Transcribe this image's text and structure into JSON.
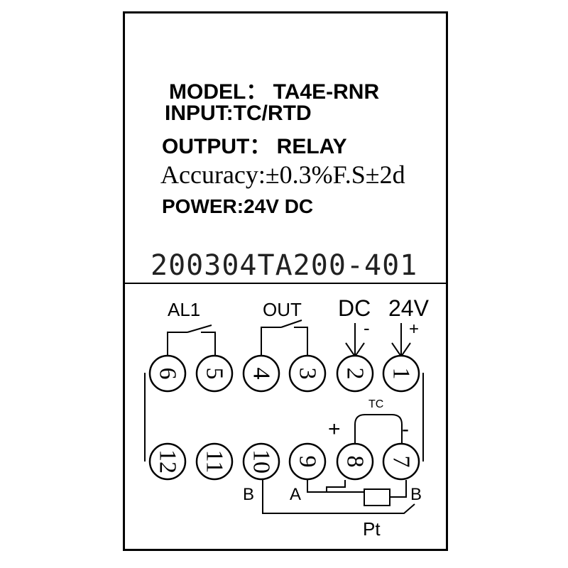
{
  "label": {
    "model_key": "MODEL：",
    "model_value": "TA4E-RNR",
    "input_key": "INPUT:",
    "input_value": "TC/RTD",
    "output_key": "OUTPUT：",
    "output_value": "RELAY",
    "accuracy": "Accuracy:±0.3%F.S±2d",
    "power": "POWER:24V DC",
    "serial": "200304TA200-401"
  },
  "wiring": {
    "al1": "AL1",
    "out": "OUT",
    "dc": "DC",
    "v24": "24V",
    "minus": "-",
    "plus": "+",
    "tc": "TC",
    "tc_plus": "+",
    "tc_minus": "-",
    "pt": "Pt",
    "pt_b_left": "B",
    "pt_a": "A",
    "pt_b_right": "B",
    "terminals_top": [
      "6",
      "5",
      "4",
      "3",
      "2",
      "1"
    ],
    "terminals_bottom": [
      "12",
      "11",
      "10",
      "9",
      "8",
      "7"
    ]
  },
  "colors": {
    "ink": "#000000",
    "background": "#ffffff"
  }
}
